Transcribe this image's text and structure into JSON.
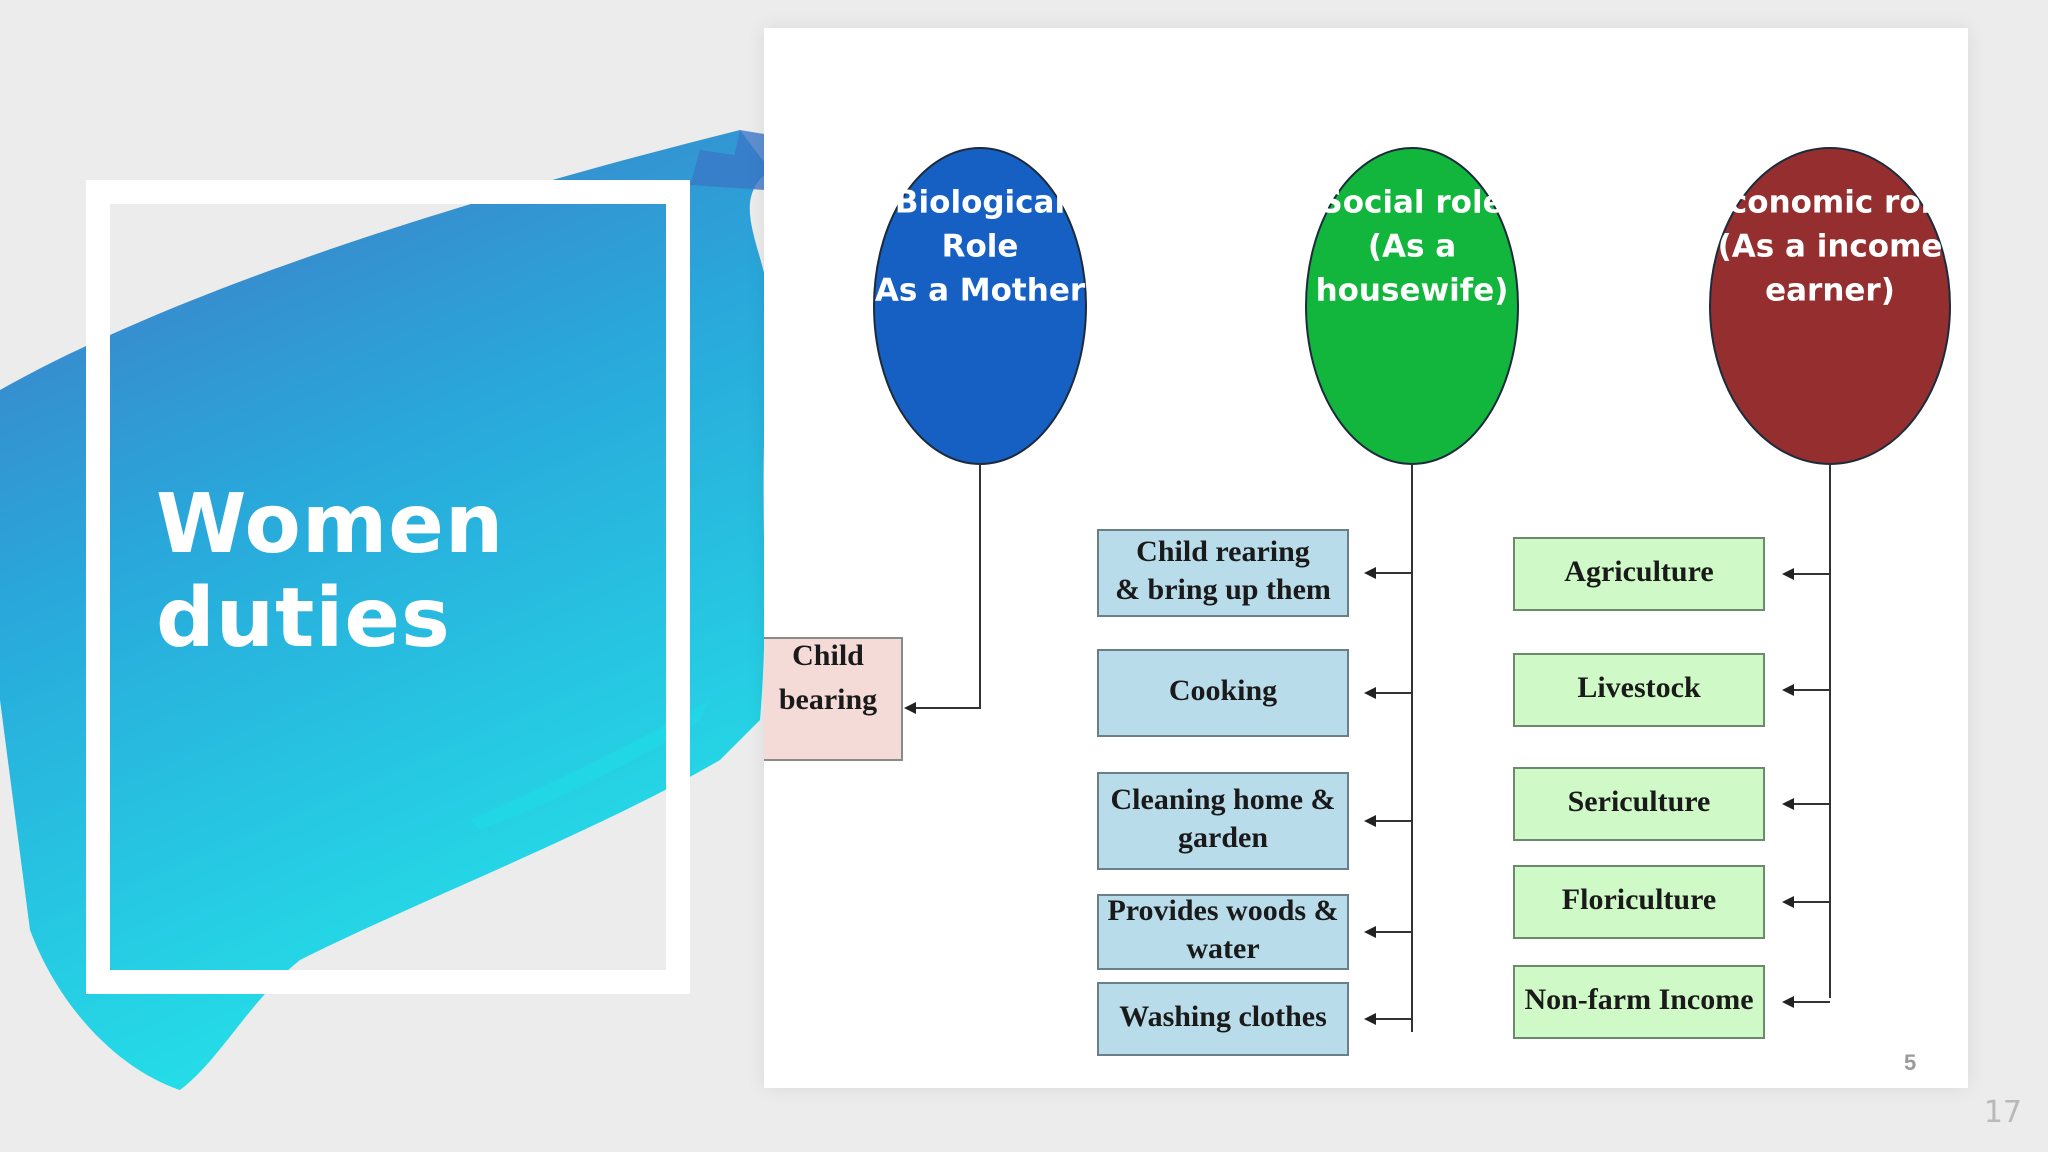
{
  "slide": {
    "title_lines": [
      "Women",
      "duties"
    ],
    "page_number": "17"
  },
  "diagram": {
    "panel_number": "5",
    "colors": {
      "biological": "#1660c4",
      "social": "#12b63c",
      "economic": "#952f2f",
      "social_box": "#b9dcea",
      "economic_box": "#cff9c6",
      "biological_box": "#f5dbd8"
    },
    "roles": [
      {
        "id": "biological",
        "lines": [
          "Biological",
          "Role",
          "(As a Mother)"
        ]
      },
      {
        "id": "social",
        "lines": [
          "Social role",
          "(As a",
          "housewife)"
        ]
      },
      {
        "id": "economic",
        "lines": [
          "Economic role",
          "(As a income",
          "earner)"
        ]
      }
    ],
    "biological_items": [
      {
        "lines": [
          "Child",
          "bearing"
        ]
      }
    ],
    "social_items": [
      {
        "lines": [
          "Child rearing",
          "& bring up them"
        ]
      },
      {
        "lines": [
          "Cooking"
        ]
      },
      {
        "lines": [
          "Cleaning home &",
          "garden"
        ]
      },
      {
        "lines": [
          "Provides woods &",
          "water"
        ]
      },
      {
        "lines": [
          "Washing clothes"
        ]
      }
    ],
    "economic_items": [
      {
        "lines": [
          "Agriculture"
        ]
      },
      {
        "lines": [
          "Livestock"
        ]
      },
      {
        "lines": [
          "Sericulture"
        ]
      },
      {
        "lines": [
          "Floriculture"
        ]
      },
      {
        "lines": [
          "Non-farm Income"
        ]
      }
    ]
  }
}
